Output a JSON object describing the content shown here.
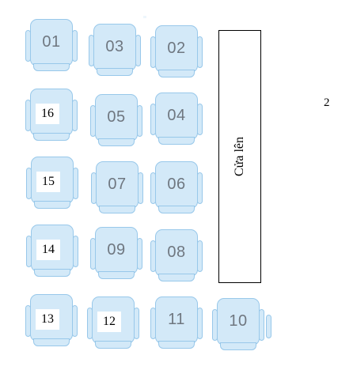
{
  "seats": [
    {
      "label": "01"
    },
    {
      "label": "03"
    },
    {
      "label": "02"
    },
    {
      "label": "16"
    },
    {
      "label": "05"
    },
    {
      "label": "04"
    },
    {
      "label": "15"
    },
    {
      "label": "07"
    },
    {
      "label": "06"
    },
    {
      "label": "14"
    },
    {
      "label": "09"
    },
    {
      "label": "08"
    },
    {
      "label": "13"
    },
    {
      "label": "12"
    },
    {
      "label": "11"
    },
    {
      "label": "10"
    }
  ],
  "door": {
    "label": "Cửa lên"
  },
  "floor": {
    "label": "2"
  },
  "colors": {
    "seat_fill": "#d3e9f8",
    "seat_border": "#98c8ea",
    "seat_text": "#6f7780"
  }
}
